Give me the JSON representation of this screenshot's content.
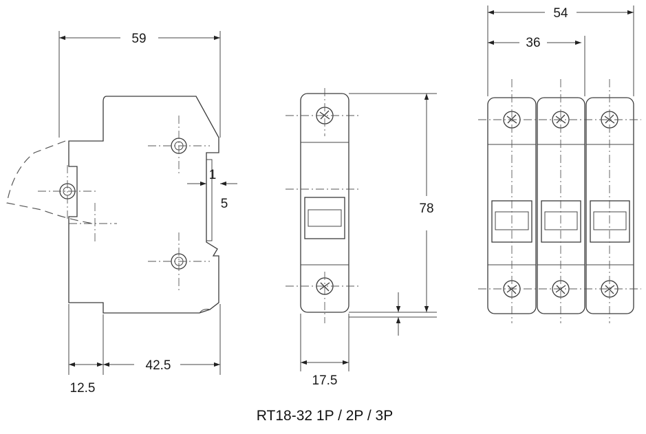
{
  "title": "RT18-32 1P / 2P / 3P",
  "dimensions": {
    "side_width": "59",
    "clip_gap": "1",
    "clip_depth": "5",
    "side_front": "12.5",
    "side_base": "42.5",
    "front_width_1p": "17.5",
    "height": "78",
    "width_2p": "36",
    "width_3p": "54"
  }
}
